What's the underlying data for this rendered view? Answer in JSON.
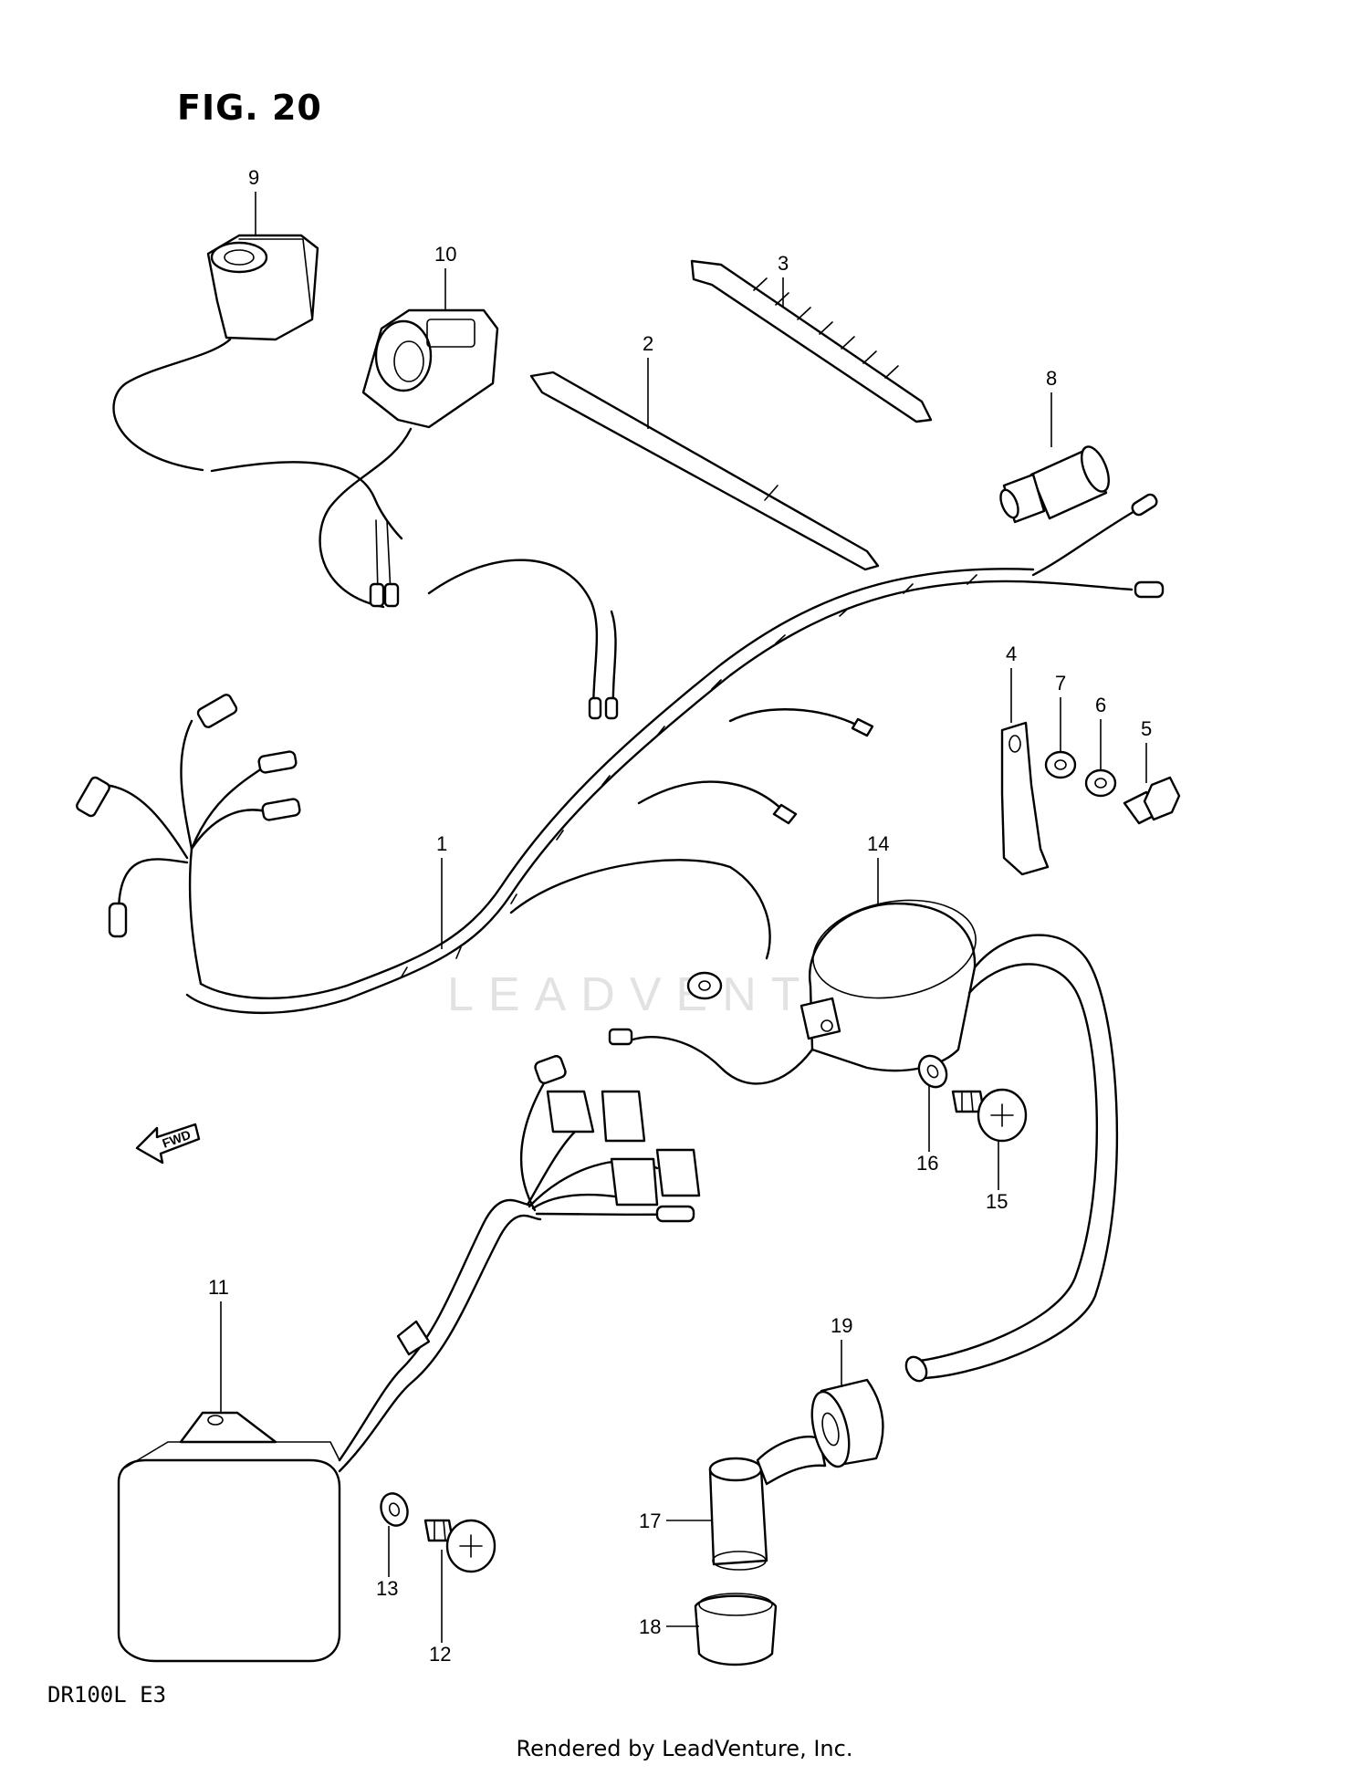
{
  "figure": {
    "title": "FIG. 20",
    "model_code": "DR100L  E3",
    "footer": "Rendered by LeadVenture, Inc.",
    "watermark": "LEADVENTURE"
  },
  "callouts": [
    "1",
    "2",
    "3",
    "4",
    "5",
    "6",
    "7",
    "8",
    "9",
    "10",
    "11",
    "12",
    "13",
    "14",
    "15",
    "16",
    "17",
    "18",
    "19"
  ],
  "direction_marker": "FWD"
}
